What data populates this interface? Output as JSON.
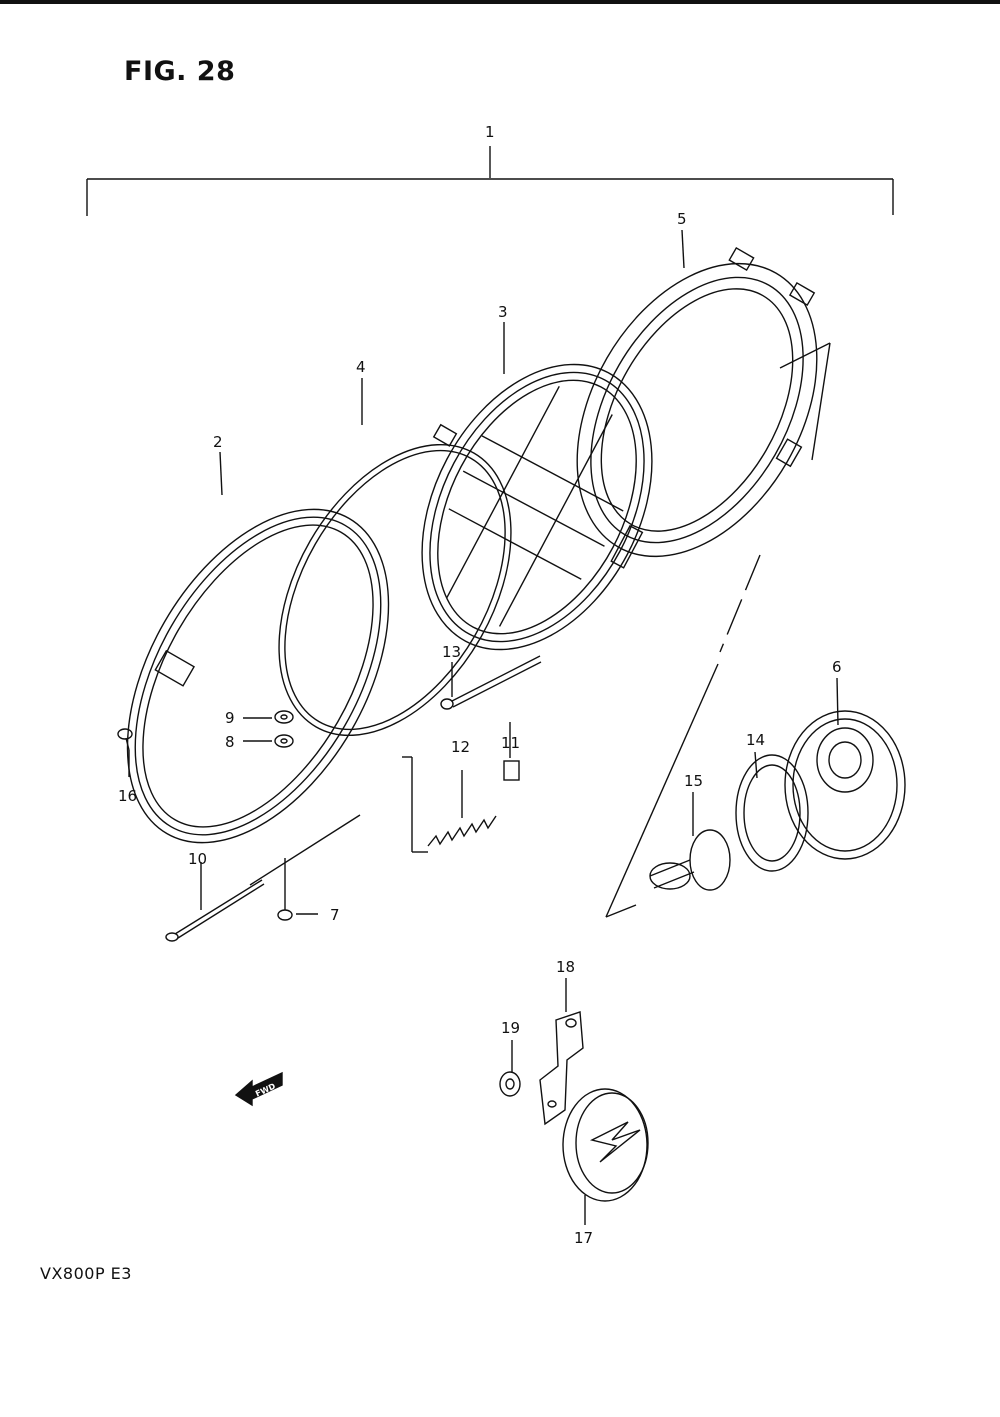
{
  "figure": {
    "title": "FIG. 28"
  },
  "model": {
    "code": "VX800P  E3"
  },
  "fwd_label": "FWD",
  "callouts": [
    "1",
    "2",
    "3",
    "4",
    "5",
    "6",
    "7",
    "8",
    "9",
    "10",
    "11",
    "12",
    "13",
    "14",
    "15",
    "16",
    "17",
    "18",
    "19"
  ]
}
